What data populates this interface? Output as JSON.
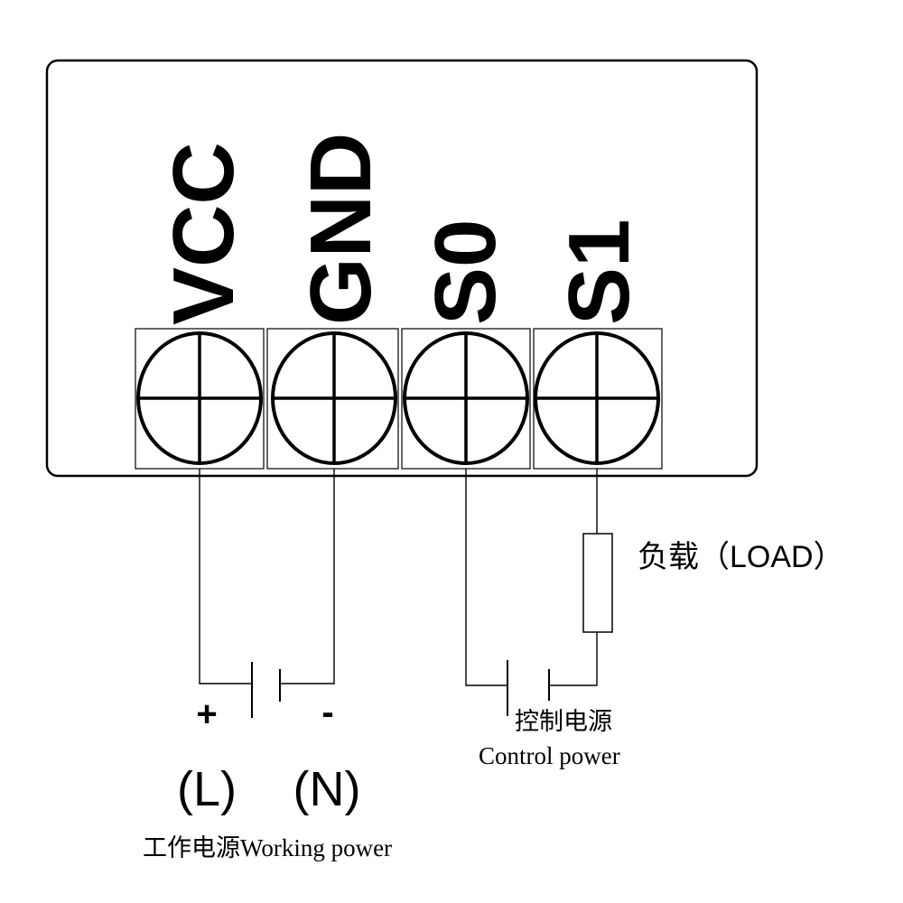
{
  "terminals": [
    {
      "id": "vcc",
      "label": "VCC"
    },
    {
      "id": "gnd",
      "label": "GND"
    },
    {
      "id": "s0",
      "label": "S0"
    },
    {
      "id": "s1",
      "label": "S1"
    }
  ],
  "working_power": {
    "plus": "+",
    "minus": "-",
    "live": "(L)",
    "neutral": "(N)",
    "caption": "工作电源Working power"
  },
  "control_power": {
    "caption_cn": "控制电源",
    "caption_en": "Control power"
  },
  "load": {
    "label": "负载（LOAD）"
  }
}
